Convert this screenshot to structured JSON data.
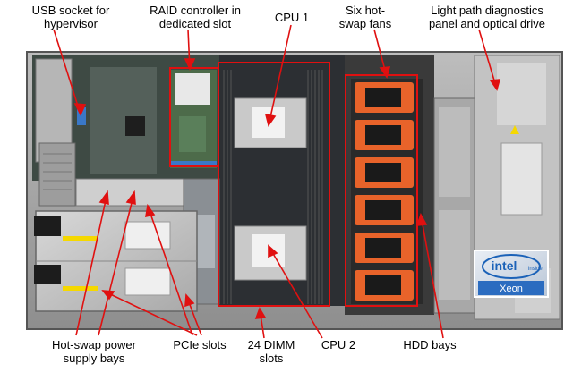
{
  "labels": {
    "usb": [
      "USB socket for",
      "hypervisor"
    ],
    "raid": [
      "RAID controller in",
      "dedicated slot"
    ],
    "cpu1": "CPU 1",
    "fans": [
      "Six hot-",
      "swap fans"
    ],
    "lightpath": [
      "Light path diagnostics",
      "panel and optical drive"
    ],
    "psu": [
      "Hot-swap power",
      "supply bays"
    ],
    "pcie": "PCIe slots",
    "dimm": [
      "24 DIMM",
      "slots"
    ],
    "cpu2": "CPU 2",
    "hdd": "HDD bays"
  },
  "badge": {
    "brand": "intel",
    "tagline": "inside",
    "product": "Xeon"
  },
  "colors": {
    "callout": "#e01010",
    "chassis": "#9a9a9a",
    "board": "#3b4a3e",
    "fan": "#e8632a",
    "intel_blue": "#1b62b8"
  }
}
